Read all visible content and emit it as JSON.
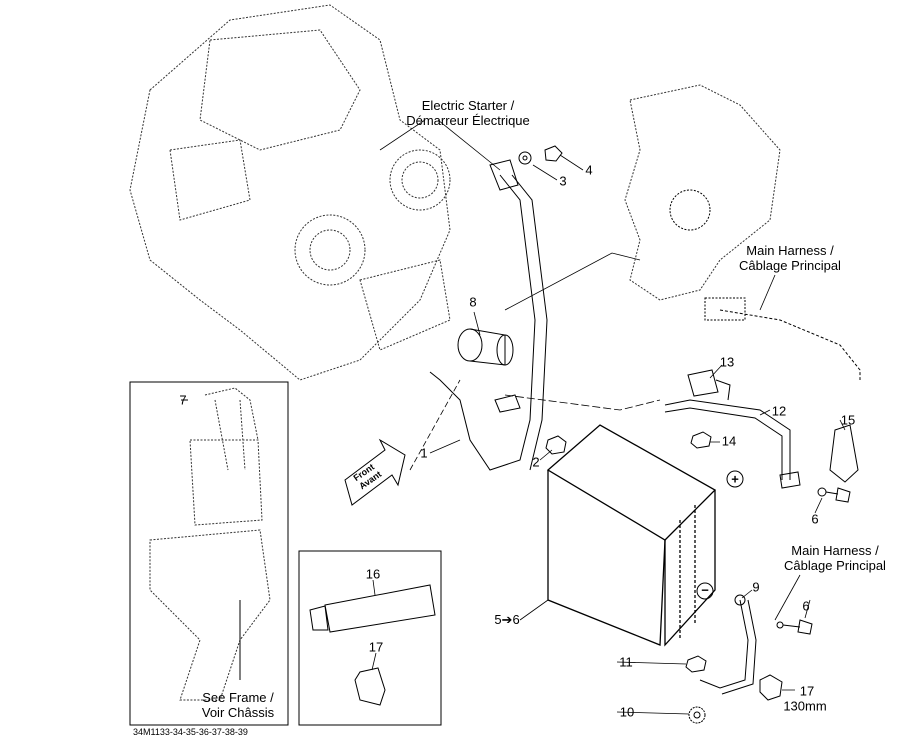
{
  "labels": {
    "electric_starter": [
      "Electric Starter /",
      "Démarreur Électrique"
    ],
    "main_harness_top": [
      "Main Harness /",
      "Câblage Principal"
    ],
    "main_harness_bottom": [
      "Main Harness /",
      "Câblage Principal"
    ],
    "see_frame": [
      "See Frame /",
      "Voir Châssis"
    ],
    "front_arrow": [
      "Front",
      "Avant"
    ],
    "length": "130mm",
    "drawing_number": "34M1133-34-35-36-37-38-39",
    "positive": "+",
    "negative": "−"
  },
  "callouts": [
    "1",
    "2",
    "3",
    "4",
    "5➔6",
    "6",
    "6",
    "7",
    "8",
    "9",
    "10",
    "11",
    "12",
    "13",
    "14",
    "15",
    "16",
    "17",
    "17"
  ]
}
